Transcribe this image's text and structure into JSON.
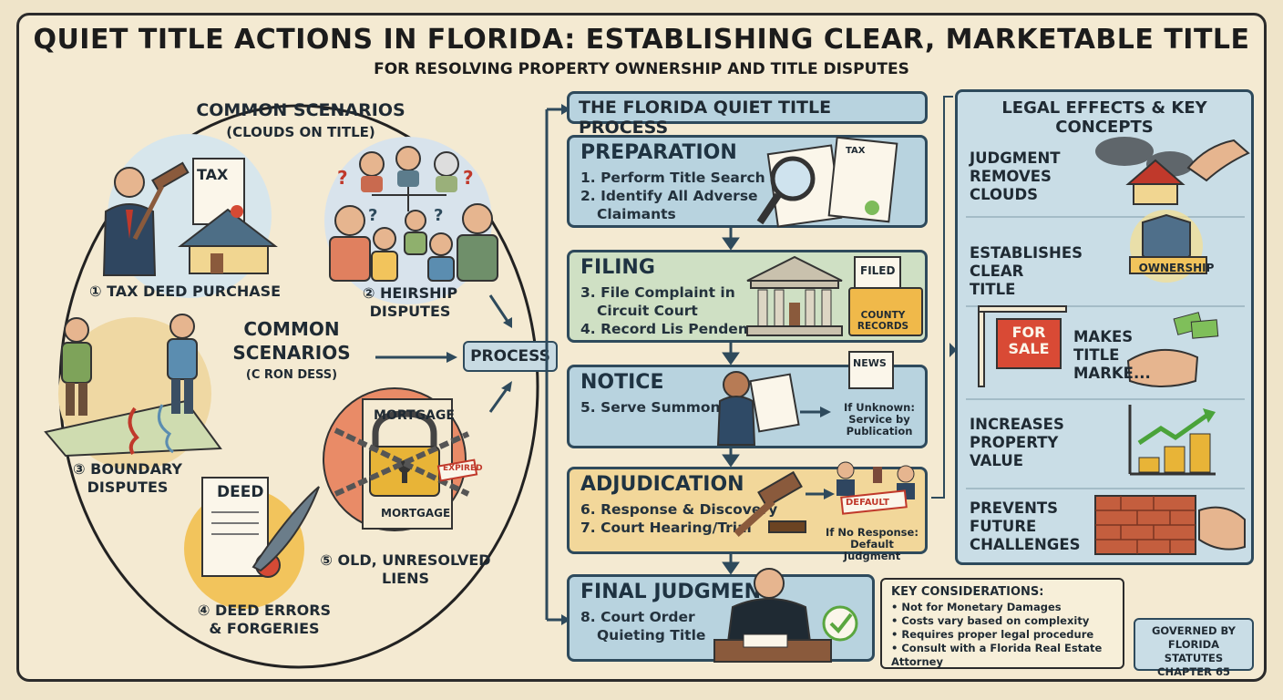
{
  "header": {
    "title": "QUIET TITLE ACTIONS IN FLORIDA: ESTABLISHING CLEAR, MARKETABLE TITLE",
    "subtitle": "FOR RESOLVING PROPERTY OWNERSHIP AND TITLE DISPUTES"
  },
  "scenarios": {
    "heading": "COMMON SCENARIOS",
    "subheading": "(CLOUDS ON TITLE)",
    "center_heading": "COMMON SCENARIOS",
    "center_sub": "(C RON DESS)",
    "items": [
      {
        "num": "①",
        "label": "TAX DEED PURCHASE"
      },
      {
        "num": "②",
        "label": "HEIRSHIP DISPUTES"
      },
      {
        "num": "③",
        "label": "BOUNDARY DISPUTES"
      },
      {
        "num": "④",
        "label": "DEED ERRORS & FORGERIES"
      },
      {
        "num": "⑤",
        "label": "OLD, UNRESOLVED LIENS"
      }
    ],
    "icon_text": {
      "tax": "TAX",
      "deed": "DEED",
      "mortgage_top": "MORTGAGE",
      "mortgage_bottom": "MORTGAGE",
      "expired": "EXPIRED"
    }
  },
  "process_label": "PROCESS",
  "process": {
    "heading": "THE FLORIDA QUIET TITLE PROCESS",
    "steps": [
      {
        "title": "PREPARATION",
        "items": [
          "1. Perform Title Search",
          "2. Identify All Adverse",
          "Claimants"
        ]
      },
      {
        "title": "FILING",
        "items": [
          "3. File Complaint in",
          "Circuit Court",
          "4. Record Lis Pendens"
        ]
      },
      {
        "title": "NOTICE",
        "items": [
          "5. Serve Summons"
        ]
      },
      {
        "title": "ADJUDICATION",
        "items": [
          "6. Response & Discovery",
          "7. Court Hearing/Trial"
        ]
      },
      {
        "title": "FINAL JUDGMENT",
        "items": [
          "8. Court Order",
          "Quieting Title"
        ]
      }
    ],
    "icon_text": {
      "tax": "TAX",
      "filed": "FILED",
      "county_records": "COUNTY RECORDS",
      "news": "NEWS",
      "default": "DEFAULT"
    },
    "side_notes": {
      "notice": "If Unknown: Service by Publication",
      "adjudication": "If No Response: Default Judgment"
    }
  },
  "effects": {
    "heading": "LEGAL EFFECTS & KEY CONCEPTS",
    "items": [
      "JUDGMENT REMOVES CLOUDS",
      "ESTABLISHES CLEAR TITLE",
      "MAKES TITLE MARKE...",
      "INCREASES PROPERTY VALUE",
      "PREVENTS FUTURE CHALLENGES"
    ],
    "icon_text": {
      "ownership": "OWNERSHIP",
      "for_sale": "FOR SALE"
    }
  },
  "considerations": {
    "heading": "KEY CONSIDERATIONS:",
    "items": [
      "Not for Monetary Damages",
      "Costs vary based on complexity",
      "Requires proper legal procedure",
      "Consult with a Florida Real Estate Attorney"
    ]
  },
  "governed": "GOVERNED BY FLORIDA STATUTES CHAPTER 65",
  "colors": {
    "background": "#f4ead2",
    "process_blue": "#b8d3df",
    "process_green": "#cfe0c4",
    "process_yellow": "#f2d79a",
    "effects_panel": "#c9dde6",
    "circle_orange": "#e98b67"
  }
}
